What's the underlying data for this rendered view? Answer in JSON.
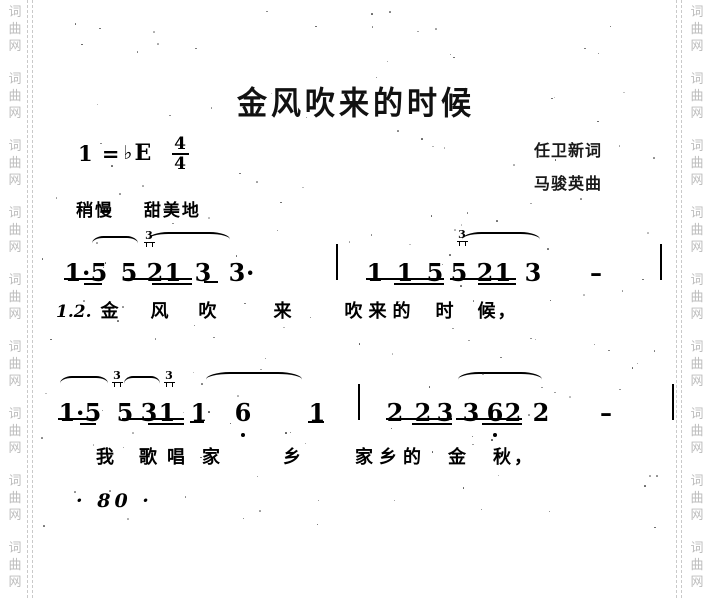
{
  "document": {
    "kind": "jianpu-sheet-music-scan",
    "title": "金风吹来的时候",
    "lyricist": "任卫新词",
    "composer": "马骏英曲",
    "key_prefix": "1 =",
    "key_accidental": "♭",
    "key_name": "E",
    "meter_numerator": "4",
    "meter_denominator": "4",
    "tempo_mark": "稍慢",
    "expression_mark": "甜美地",
    "page_number": "80",
    "page_number_display": "· 80 ·"
  },
  "watermark": {
    "characters": [
      "词",
      "曲",
      "网"
    ],
    "color": "#bdbdbd",
    "repeats": 9
  },
  "score": {
    "systems": [
      {
        "id": "system-1",
        "measures": [
          {
            "id": "measure-1",
            "notes": [
              {
                "digit": "1",
                "dotted": true
              },
              {
                "digit": "5"
              },
              {
                "digit": "5",
                "triplet": true
              },
              {
                "digit": "2"
              },
              {
                "digit": "1"
              },
              {
                "digit": "3"
              },
              {
                "digit": "3",
                "dotted": true
              }
            ]
          },
          {
            "id": "measure-2",
            "notes": [
              {
                "digit": "1"
              },
              {
                "digit": "1"
              },
              {
                "digit": "5"
              },
              {
                "digit": "5",
                "triplet": true
              },
              {
                "digit": "2"
              },
              {
                "digit": "1"
              },
              {
                "digit": "3"
              },
              {
                "digit": "-"
              }
            ]
          }
        ],
        "lyrics": "1.2.金　风　　吹来　　　　吹来的时　　候，"
      },
      {
        "id": "system-2",
        "measures": [
          {
            "id": "measure-3",
            "notes": [
              {
                "digit": "1",
                "dotted": true
              },
              {
                "digit": "5"
              },
              {
                "digit": "5",
                "triplet": true
              },
              {
                "digit": "3"
              },
              {
                "digit": "1"
              },
              {
                "digit": "1",
                "triplet": true
              },
              {
                "digit": "6",
                "octave_low": true
              },
              {
                "digit": "1"
              }
            ]
          },
          {
            "id": "measure-4",
            "notes": [
              {
                "digit": "2"
              },
              {
                "digit": "2"
              },
              {
                "digit": "3"
              },
              {
                "digit": "3"
              },
              {
                "digit": "6",
                "octave_low": true
              },
              {
                "digit": "2"
              },
              {
                "digit": "2"
              },
              {
                "digit": "-"
              }
            ]
          }
        ],
        "lyrics": "我　歌唱家　乡　　　　家乡的金　秋，"
      }
    ]
  },
  "lyrics_line1": {
    "verse_numbers": "1.2.",
    "syllables": [
      "金",
      "风",
      "吹",
      "来",
      "吹",
      "来",
      "的",
      "时",
      "候",
      "，"
    ]
  },
  "lyrics_line2": {
    "syllables": [
      "我",
      "歌",
      "唱",
      "家",
      "乡",
      "家",
      "乡",
      "的",
      "金",
      "秋",
      "，"
    ]
  }
}
